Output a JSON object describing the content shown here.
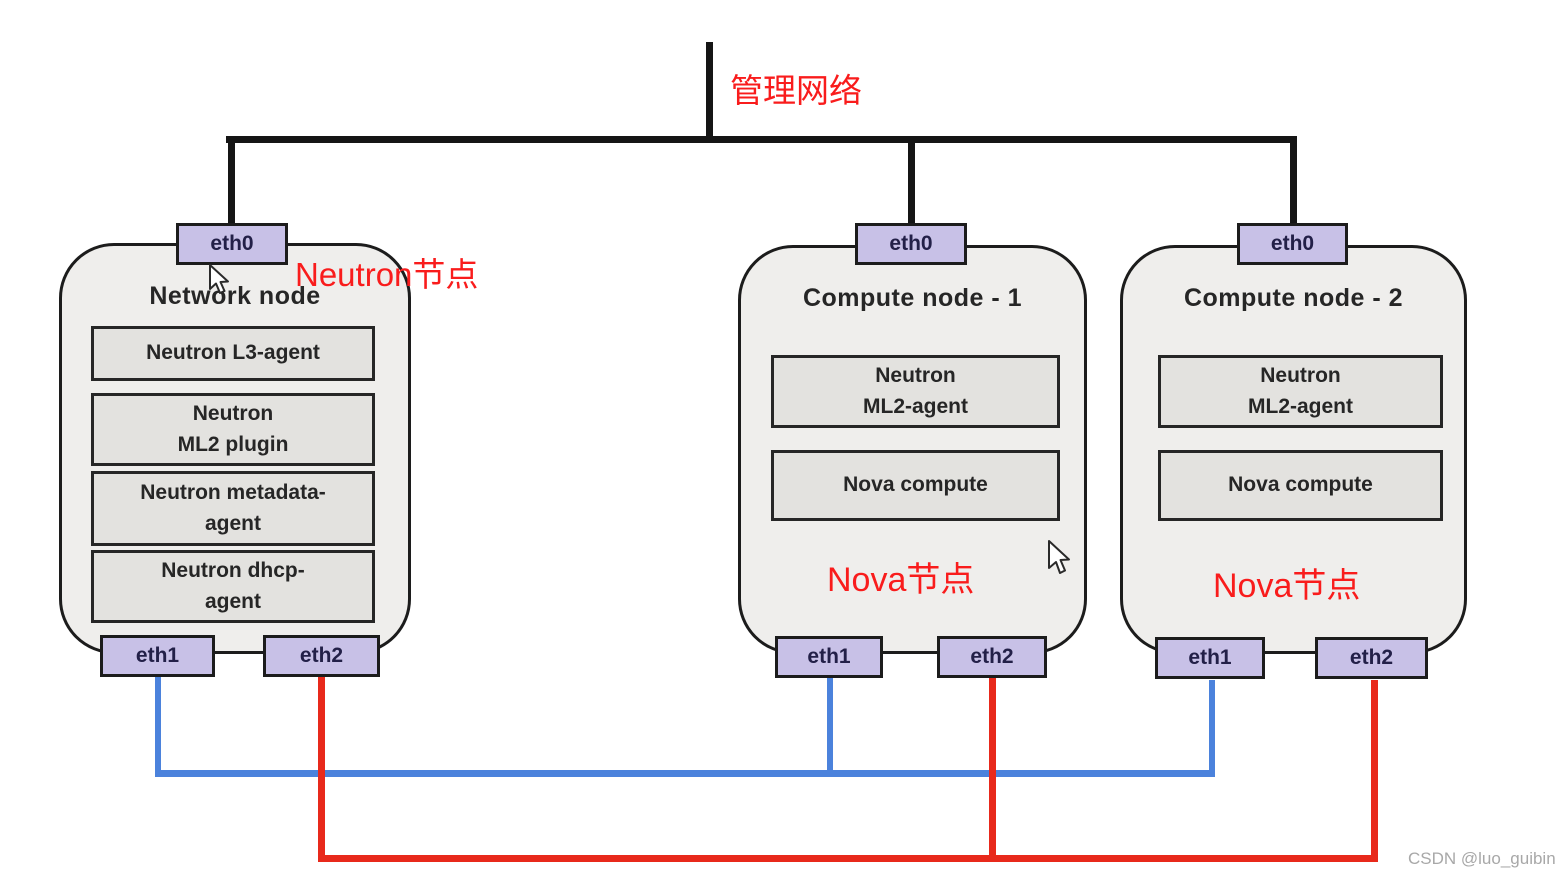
{
  "management_network": {
    "label": "管理网络",
    "label_color": "#f91c1c",
    "line_color": "#151515"
  },
  "annotations": {
    "color": "#f91c1c",
    "neutron_node_label": "Neutron节点",
    "nova_node_1_label": "Nova节点",
    "nova_node_2_label": "Nova节点"
  },
  "nodes": [
    {
      "title": "Network node",
      "top_port": "eth0",
      "components": [
        "Neutron L3-agent",
        "Neutron\nML2 plugin",
        "Neutron metadata-\nagent",
        "Neutron dhcp-\nagent"
      ],
      "bottom_ports": [
        "eth1",
        "eth2"
      ]
    },
    {
      "title": "Compute node - 1",
      "top_port": "eth0",
      "components": [
        "Neutron\nML2-agent",
        "Nova compute"
      ],
      "bottom_ports": [
        "eth1",
        "eth2"
      ]
    },
    {
      "title": "Compute node - 2",
      "top_port": "eth0",
      "components": [
        "Neutron\nML2-agent",
        "Nova compute"
      ],
      "bottom_ports": [
        "eth1",
        "eth2"
      ]
    }
  ],
  "wires": {
    "eth1_wire_color": "#4b82dc",
    "eth2_wire_color": "#e8291b"
  },
  "watermark": "CSDN @luo_guibin"
}
